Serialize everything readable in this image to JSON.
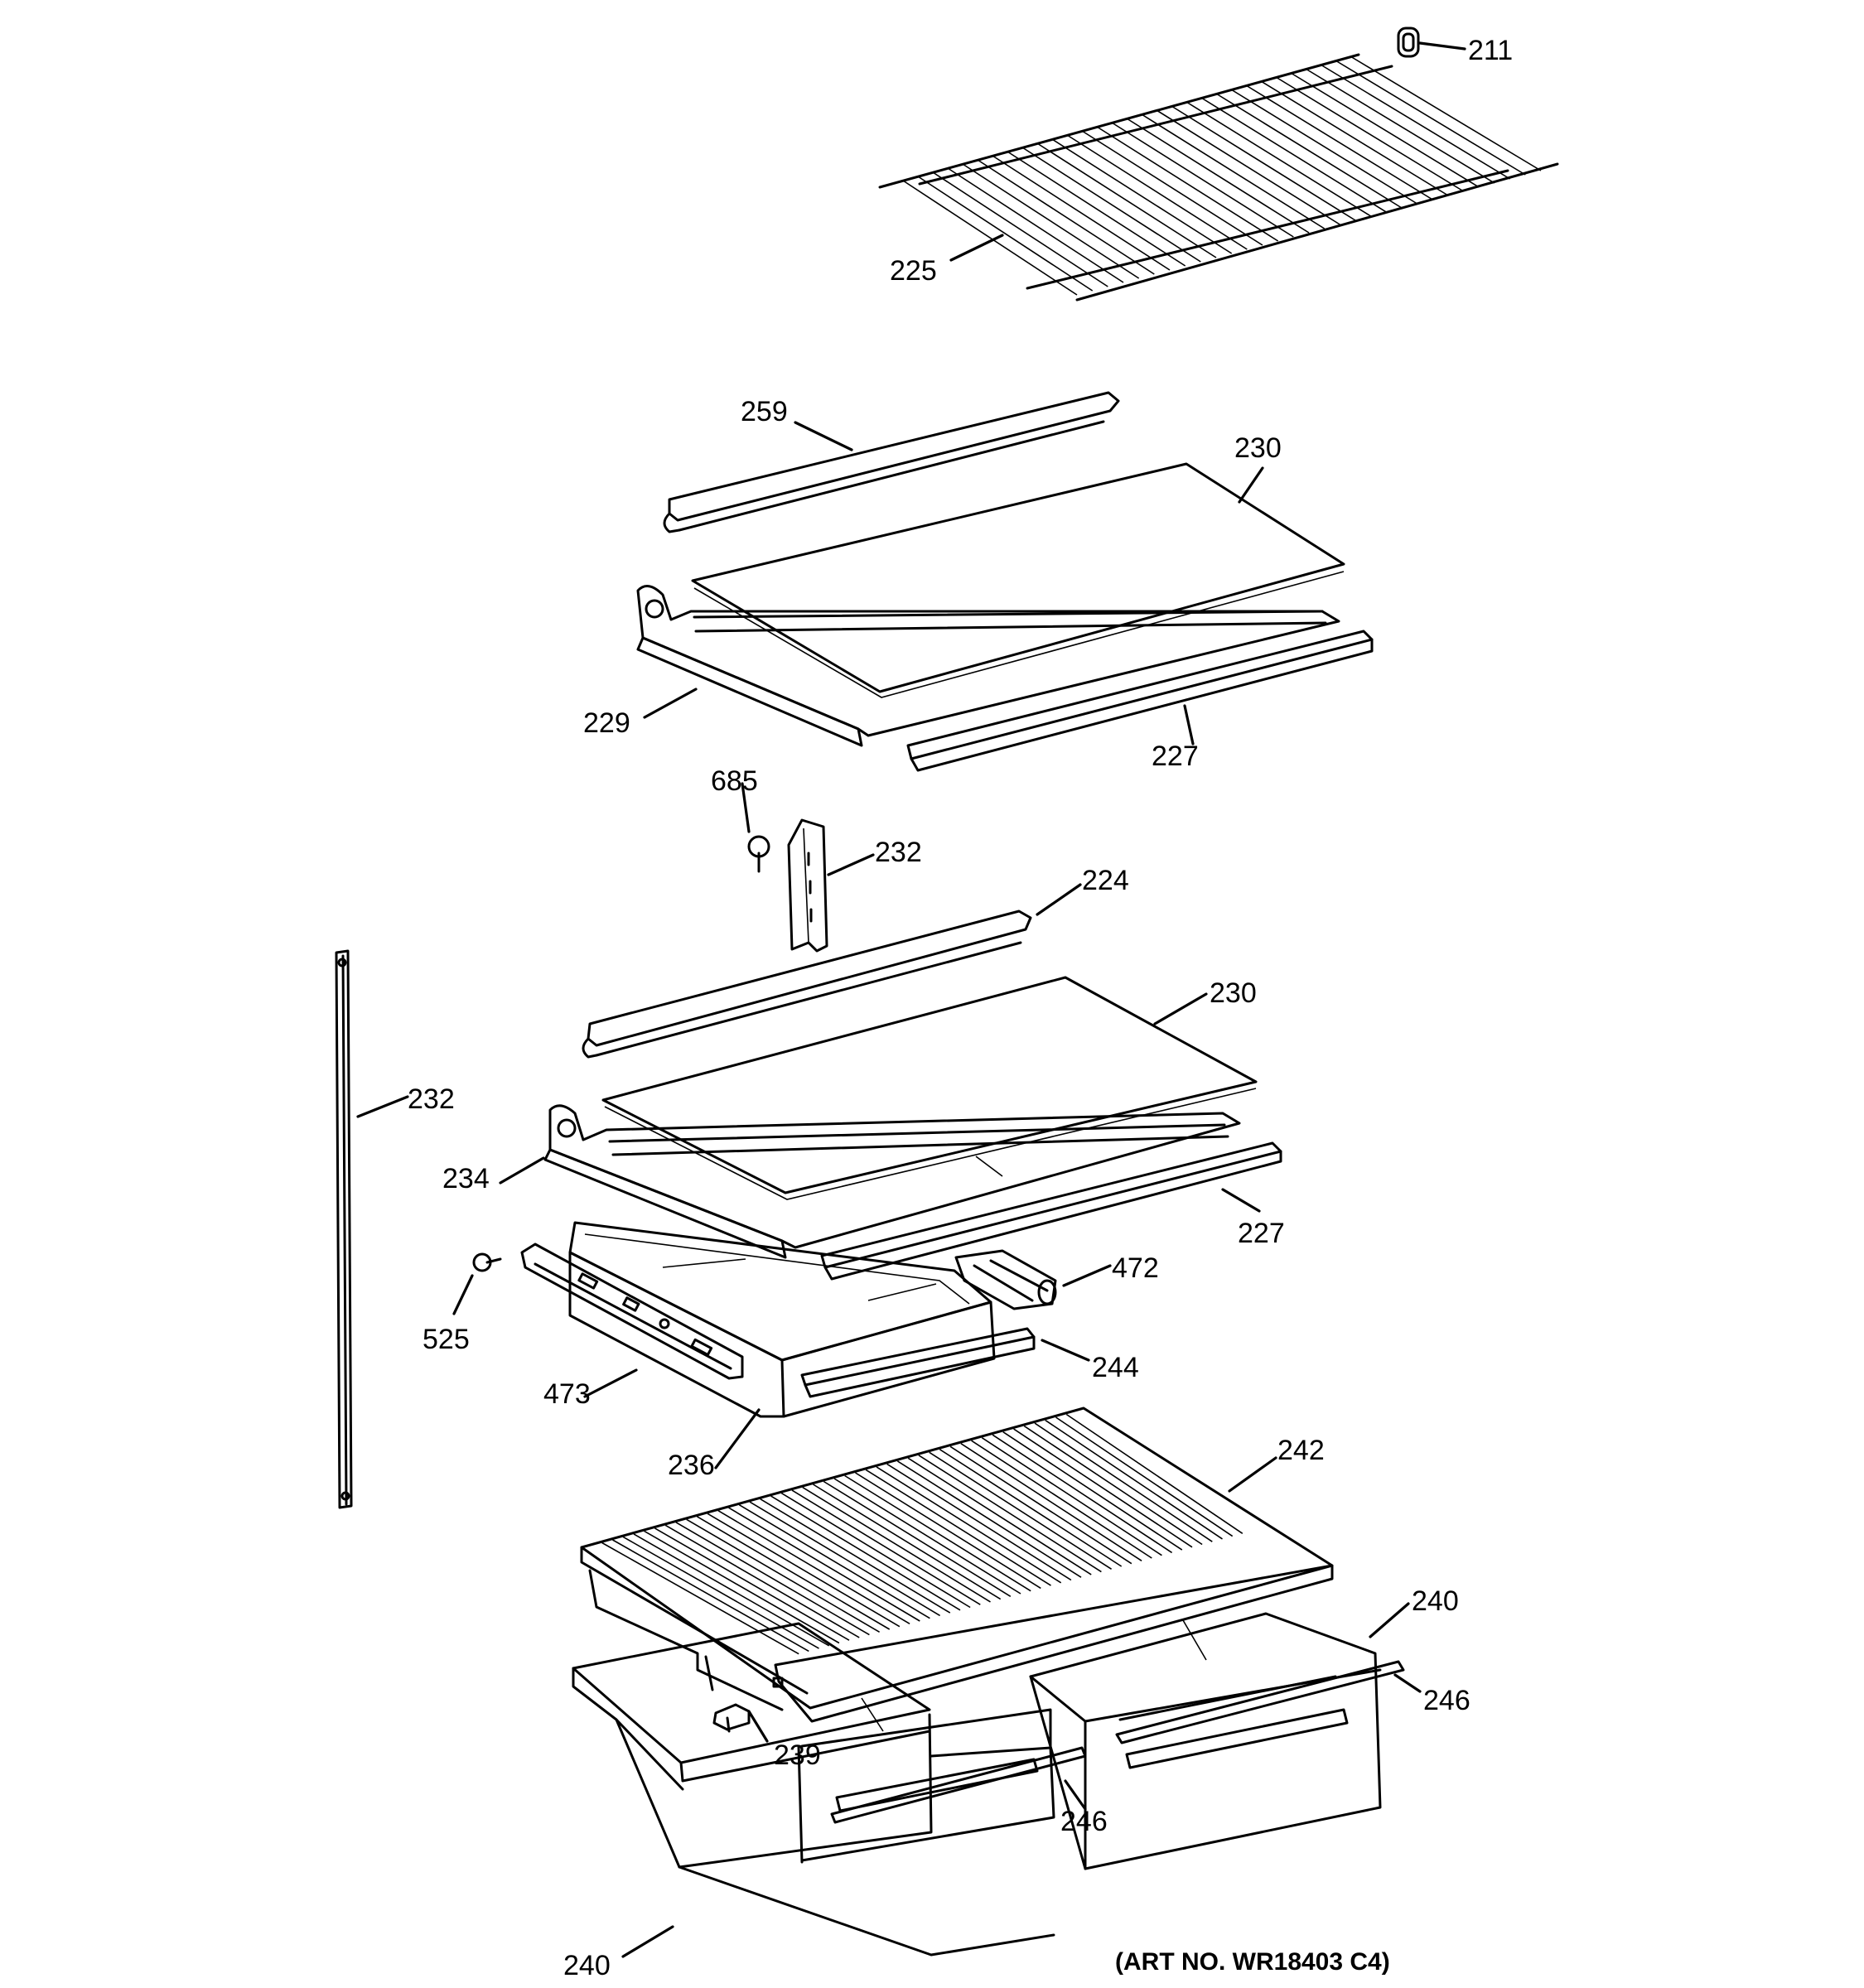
{
  "callouts": [
    {
      "id": "c-211",
      "label": "211"
    },
    {
      "id": "c-225",
      "label": "225"
    },
    {
      "id": "c-259",
      "label": "259"
    },
    {
      "id": "c-230a",
      "label": "230"
    },
    {
      "id": "c-229",
      "label": "229"
    },
    {
      "id": "c-227a",
      "label": "227"
    },
    {
      "id": "c-685",
      "label": "685"
    },
    {
      "id": "c-232a",
      "label": "232"
    },
    {
      "id": "c-224",
      "label": "224"
    },
    {
      "id": "c-230b",
      "label": "230"
    },
    {
      "id": "c-232b",
      "label": "232"
    },
    {
      "id": "c-234",
      "label": "234"
    },
    {
      "id": "c-227b",
      "label": "227"
    },
    {
      "id": "c-472",
      "label": "472"
    },
    {
      "id": "c-525",
      "label": "525"
    },
    {
      "id": "c-244",
      "label": "244"
    },
    {
      "id": "c-473",
      "label": "473"
    },
    {
      "id": "c-236",
      "label": "236"
    },
    {
      "id": "c-242",
      "label": "242"
    },
    {
      "id": "c-240a",
      "label": "240"
    },
    {
      "id": "c-246a",
      "label": "246"
    },
    {
      "id": "c-239",
      "label": "239"
    },
    {
      "id": "c-246b",
      "label": "246"
    },
    {
      "id": "c-240b",
      "label": "240"
    }
  ],
  "art_number": "(ART NO. WR18403 C4)"
}
